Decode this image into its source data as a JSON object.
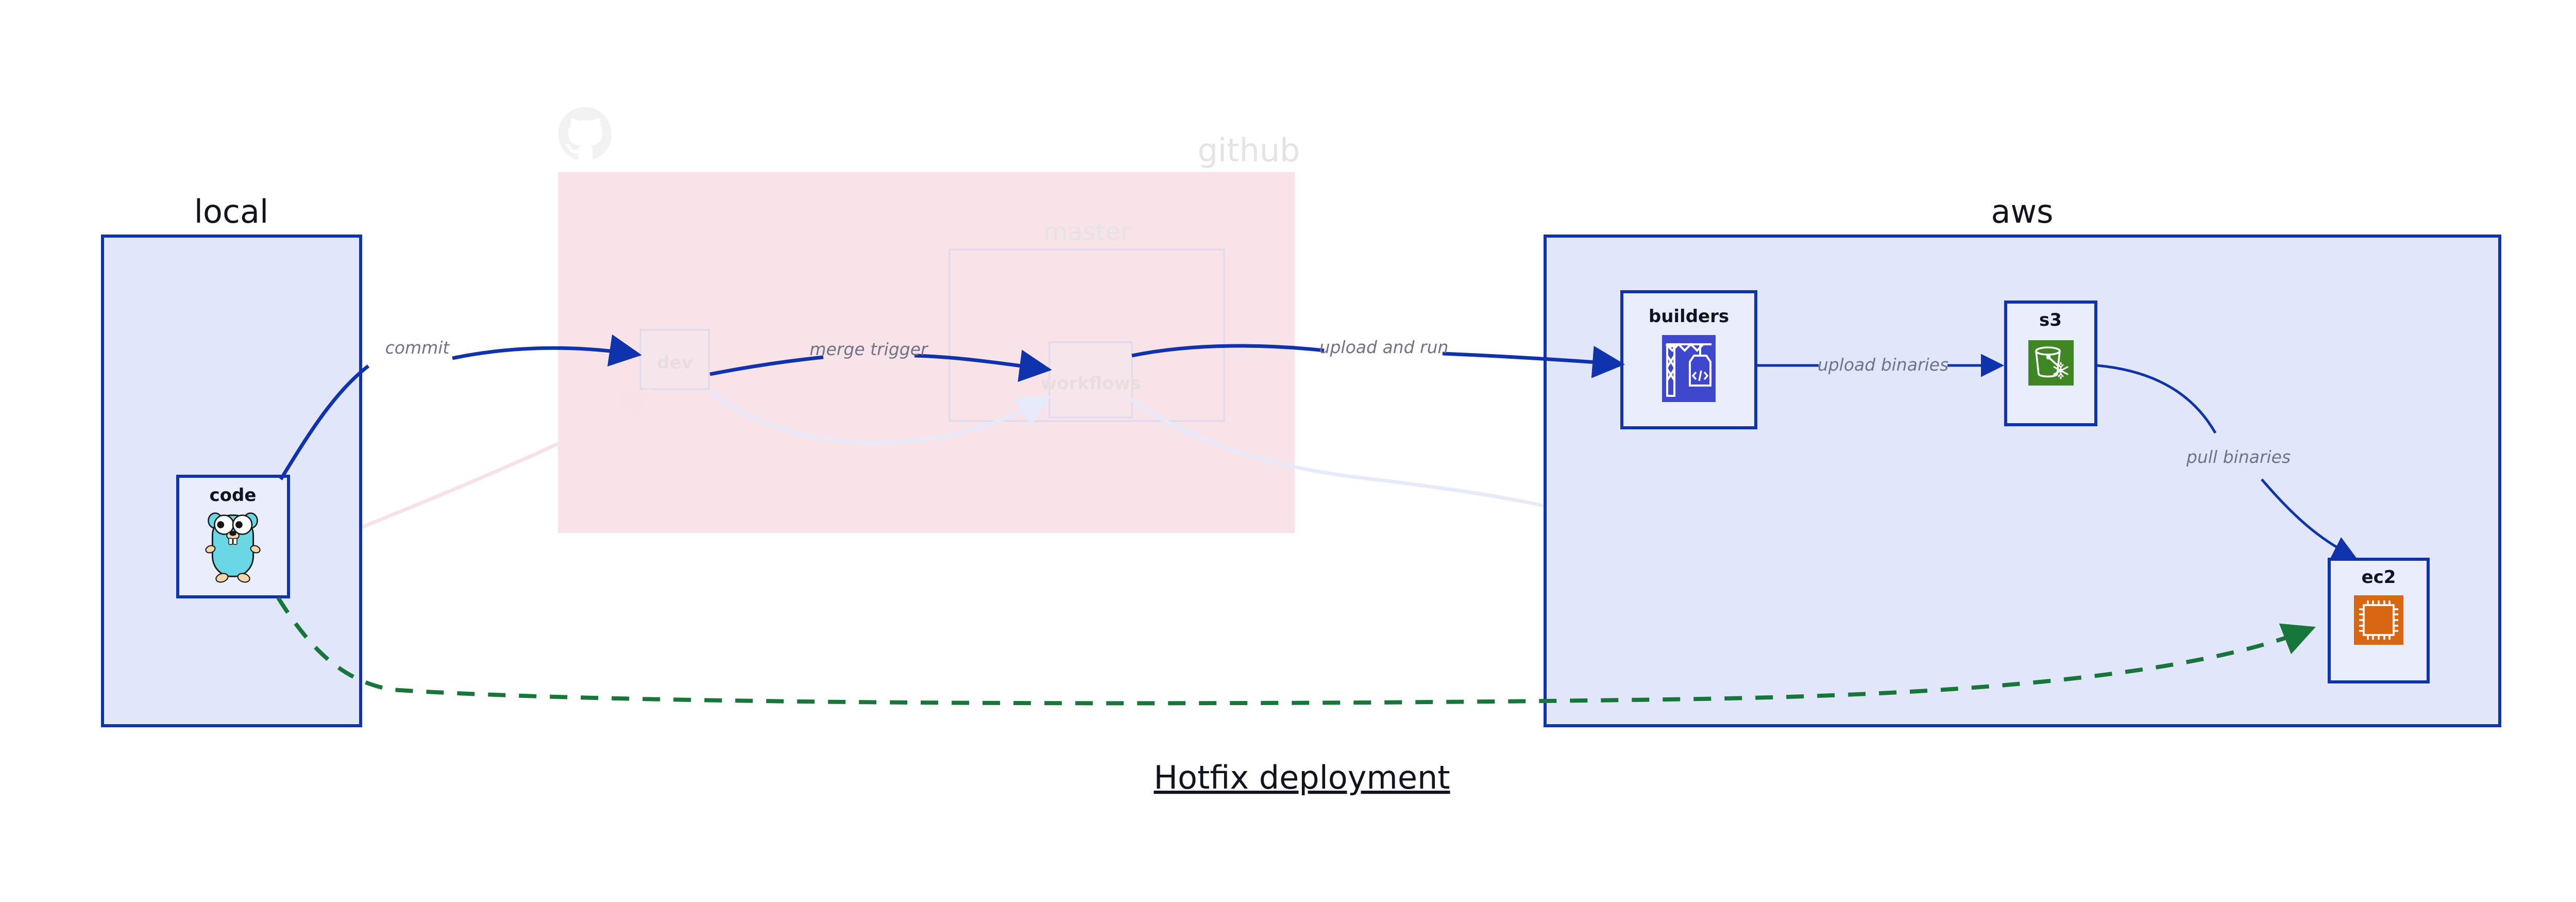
{
  "diagram": {
    "title": "Hotfix deployment",
    "groups": [
      {
        "id": "local",
        "label": "local",
        "dimmed": false
      },
      {
        "id": "github",
        "label": "github",
        "dimmed": true
      },
      {
        "id": "aws",
        "label": "aws",
        "dimmed": false
      }
    ],
    "subgroups": [
      {
        "id": "master",
        "label": "master",
        "parent": "github",
        "dimmed": true
      }
    ],
    "nodes": [
      {
        "id": "code",
        "label": "code",
        "group": "local",
        "icon": "go-gopher-icon",
        "dimmed": false
      },
      {
        "id": "dev",
        "label": "dev",
        "group": "github",
        "icon": "branch-icon",
        "dimmed": true
      },
      {
        "id": "workflows",
        "label": "workflows",
        "group": "master",
        "icon": "workflow-icon",
        "dimmed": true
      },
      {
        "id": "builders",
        "label": "builders",
        "group": "aws",
        "icon": "aws-codebuild-icon",
        "dimmed": false
      },
      {
        "id": "s3",
        "label": "s3",
        "group": "aws",
        "icon": "aws-s3-glacier-icon",
        "dimmed": false
      },
      {
        "id": "ec2",
        "label": "ec2",
        "group": "aws",
        "icon": "aws-ec2-chip-icon",
        "dimmed": false
      }
    ],
    "edges": [
      {
        "id": "commit",
        "from": "code",
        "to": "dev",
        "label": "commit",
        "style": "solid",
        "dimmed": false
      },
      {
        "id": "merge-trigger",
        "from": "dev",
        "to": "workflows",
        "label": "merge trigger",
        "style": "solid",
        "dimmed": false
      },
      {
        "id": "upload-and-run",
        "from": "workflows",
        "to": "builders",
        "label": "upload and run",
        "style": "solid",
        "dimmed": false
      },
      {
        "id": "upload-binaries",
        "from": "builders",
        "to": "s3",
        "label": "upload binaries",
        "style": "thin",
        "dimmed": false
      },
      {
        "id": "pull-binaries",
        "from": "s3",
        "to": "ec2",
        "label": "pull binaries",
        "style": "thin",
        "dimmed": false
      },
      {
        "id": "hotfix-direct",
        "from": "code",
        "to": "ec2",
        "label": "",
        "style": "green-dashed",
        "dimmed": false
      },
      {
        "id": "dim-code-dev",
        "from": "code",
        "to": "dev",
        "label": "",
        "style": "dim-pink",
        "dimmed": true
      },
      {
        "id": "dim-dev-wf",
        "from": "dev",
        "to": "workflows",
        "label": "",
        "style": "dim-blue",
        "dimmed": true
      },
      {
        "id": "dim-wf-builders",
        "from": "workflows",
        "to": "builders",
        "label": "",
        "style": "dim-blue",
        "dimmed": true
      }
    ],
    "logos": [
      {
        "id": "github-logo",
        "name": "github-octocat-icon",
        "group": "github",
        "dimmed": true
      }
    ],
    "colors": {
      "group_blue_fill": "#e2e6fa",
      "group_blue_stroke": "#0f32ad",
      "group_pink_fill": "#f8e3e8",
      "node_fill": "#e9edfc",
      "edge_blue": "#0f32ad",
      "edge_green": "#17763a",
      "label_gray": "#6f7386",
      "text_dark": "#11131f",
      "codebuild_purple": "#3f48cc",
      "s3_green": "#3f8624",
      "ec2_orange": "#d86613",
      "gopher_teal": "#6ad7e5"
    }
  }
}
